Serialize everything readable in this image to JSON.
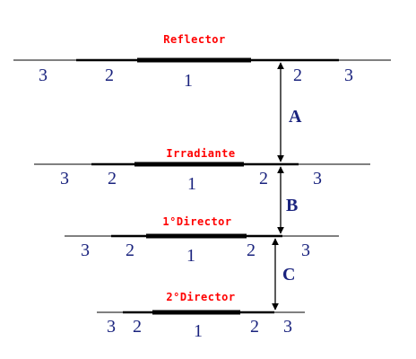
{
  "colors": {
    "title": "#ff0000",
    "numbers": "#1a237e",
    "lines": "#000000"
  },
  "elements": [
    {
      "title": "Reflector",
      "labels": [
        "3",
        "2",
        "1",
        "2",
        "3"
      ]
    },
    {
      "title": "Irradiante",
      "labels": [
        "3",
        "2",
        "1",
        "2",
        "3"
      ]
    },
    {
      "title": "1°Director",
      "labels": [
        "3",
        "2",
        "1",
        "2",
        "3"
      ]
    },
    {
      "title": "2°Director",
      "labels": [
        "3",
        "2",
        "1",
        "2",
        "3"
      ]
    }
  ],
  "distances": [
    {
      "label": "A"
    },
    {
      "label": "B"
    },
    {
      "label": "C"
    }
  ]
}
